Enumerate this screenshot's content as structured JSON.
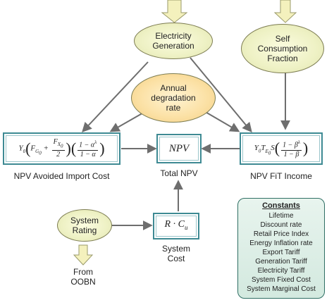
{
  "nodes": {
    "electricity_generation": "Electricity Generation",
    "self_consumption": "Self Consumption Fraction",
    "degradation": "Annual degradation rate",
    "system_rating": "System Rating"
  },
  "equations": {
    "npv": "NPV",
    "cost": "R · Cu"
  },
  "labels": {
    "avoided_import": "NPV Avoided Import Cost",
    "total_npv": "Total NPV",
    "fit_income": "NPV FiT Income",
    "system_cost": "System Cost",
    "from_oobn": "From OOBN"
  },
  "constants": {
    "title": "Constants",
    "items": [
      "Lifetime",
      "Discount rate",
      "Retail Price Index",
      "Energy Inflation rate",
      "Export Tariff",
      "Generation Tariff",
      "Electricity Tariff",
      "System Fixed Cost",
      "System Marginal Cost"
    ]
  },
  "colors": {
    "ellipse_green": "#eef1c4",
    "ellipse_orange": "#fbe0a3",
    "box_border": "#3e8a93",
    "arrow": "#6e6e6e",
    "block_arrow": "#f4f1bd",
    "panel": "#d3e9df"
  }
}
